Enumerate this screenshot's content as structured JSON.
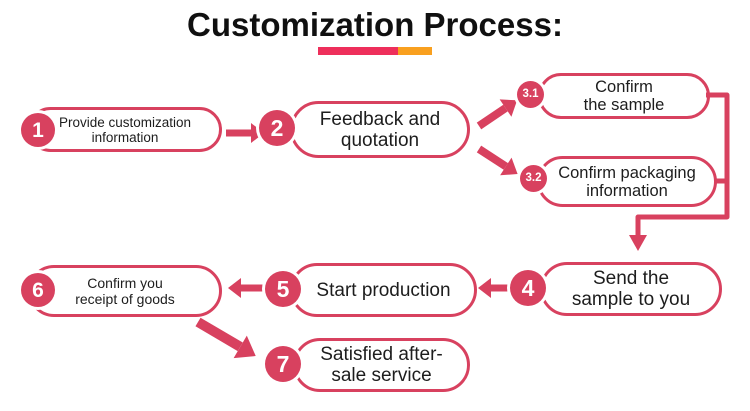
{
  "title": "Customization Process:",
  "underline": {
    "pink_color": "#ee2f5b",
    "orange_color": "#f9a01f"
  },
  "colors": {
    "accent": "#d8415f",
    "text": "#1d1d1d",
    "title": "#101010"
  },
  "steps": [
    {
      "number": "1",
      "line1": "Provide customization",
      "line2": "information"
    },
    {
      "number": "2",
      "line1": "Feedback and",
      "line2": "quotation"
    },
    {
      "number": "3.1",
      "line1": "Confirm",
      "line2": "the sample"
    },
    {
      "number": "3.2",
      "line1": "Confirm packaging",
      "line2": "information"
    },
    {
      "number": "4",
      "line1": "Send the",
      "line2": "sample to you"
    },
    {
      "number": "5",
      "line1": "Start production",
      "line2": ""
    },
    {
      "number": "6",
      "line1": "Confirm you",
      "line2": "receipt of goods"
    },
    {
      "number": "7",
      "line1": "Satisfied after-",
      "line2": "sale service"
    }
  ],
  "arrows": [
    "step1-to-step2",
    "step2-to-step3-1",
    "step2-to-step3-2",
    "step3-elbow-connector-to-step4",
    "step4-to-step5",
    "step5-to-step6",
    "step6-to-step7"
  ]
}
